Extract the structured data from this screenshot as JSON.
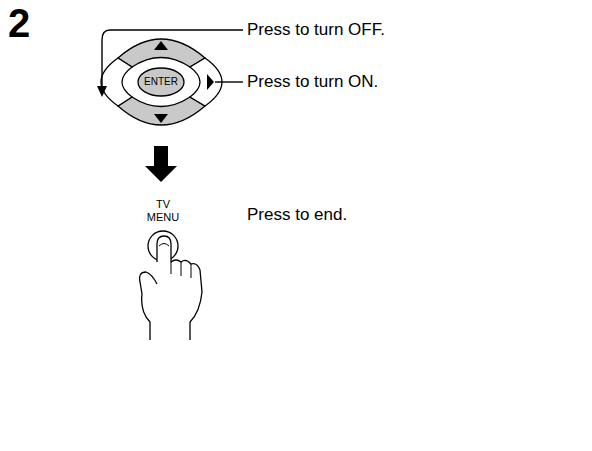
{
  "diagram": {
    "labels": [
      "2",
      "ENTER",
      "Press to turn OFF.",
      "Press to turn ON.",
      "TV MENU",
      "Press to end."
    ]
  }
}
